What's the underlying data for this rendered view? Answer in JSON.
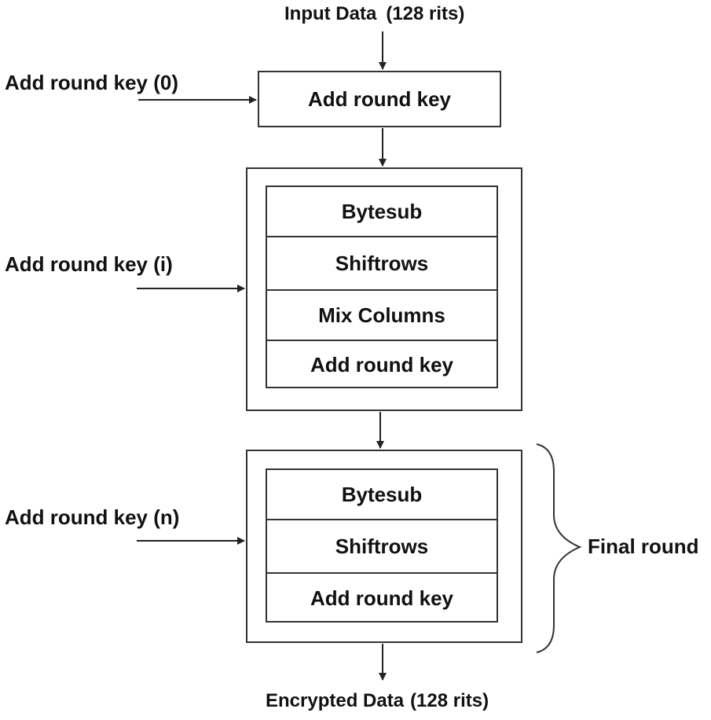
{
  "input": {
    "label": "Input Data",
    "bits": "(128 rits)"
  },
  "initial_round": {
    "key_label": "Add round key (0)",
    "step": "Add round key"
  },
  "main_round": {
    "key_label": "Add round key (i)",
    "steps": [
      "Bytesub",
      "Shiftrows",
      "Mix Columns",
      "Add round key"
    ]
  },
  "final_round": {
    "key_label": "Add round key (n)",
    "steps": [
      "Bytesub",
      "Shiftrows",
      "Add round key"
    ],
    "brace_label": "Final round"
  },
  "output": {
    "label": "Encrypted Data",
    "bits": "(128 rits)"
  }
}
